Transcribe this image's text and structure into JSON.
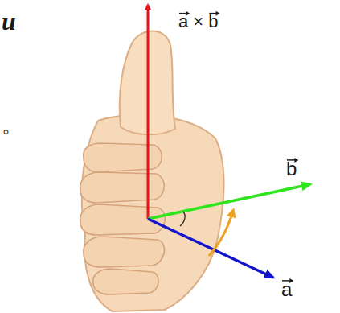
{
  "diagram": {
    "labels": [
      "u",
      "。",
      "a × b",
      "b",
      "a"
    ]
  }
}
